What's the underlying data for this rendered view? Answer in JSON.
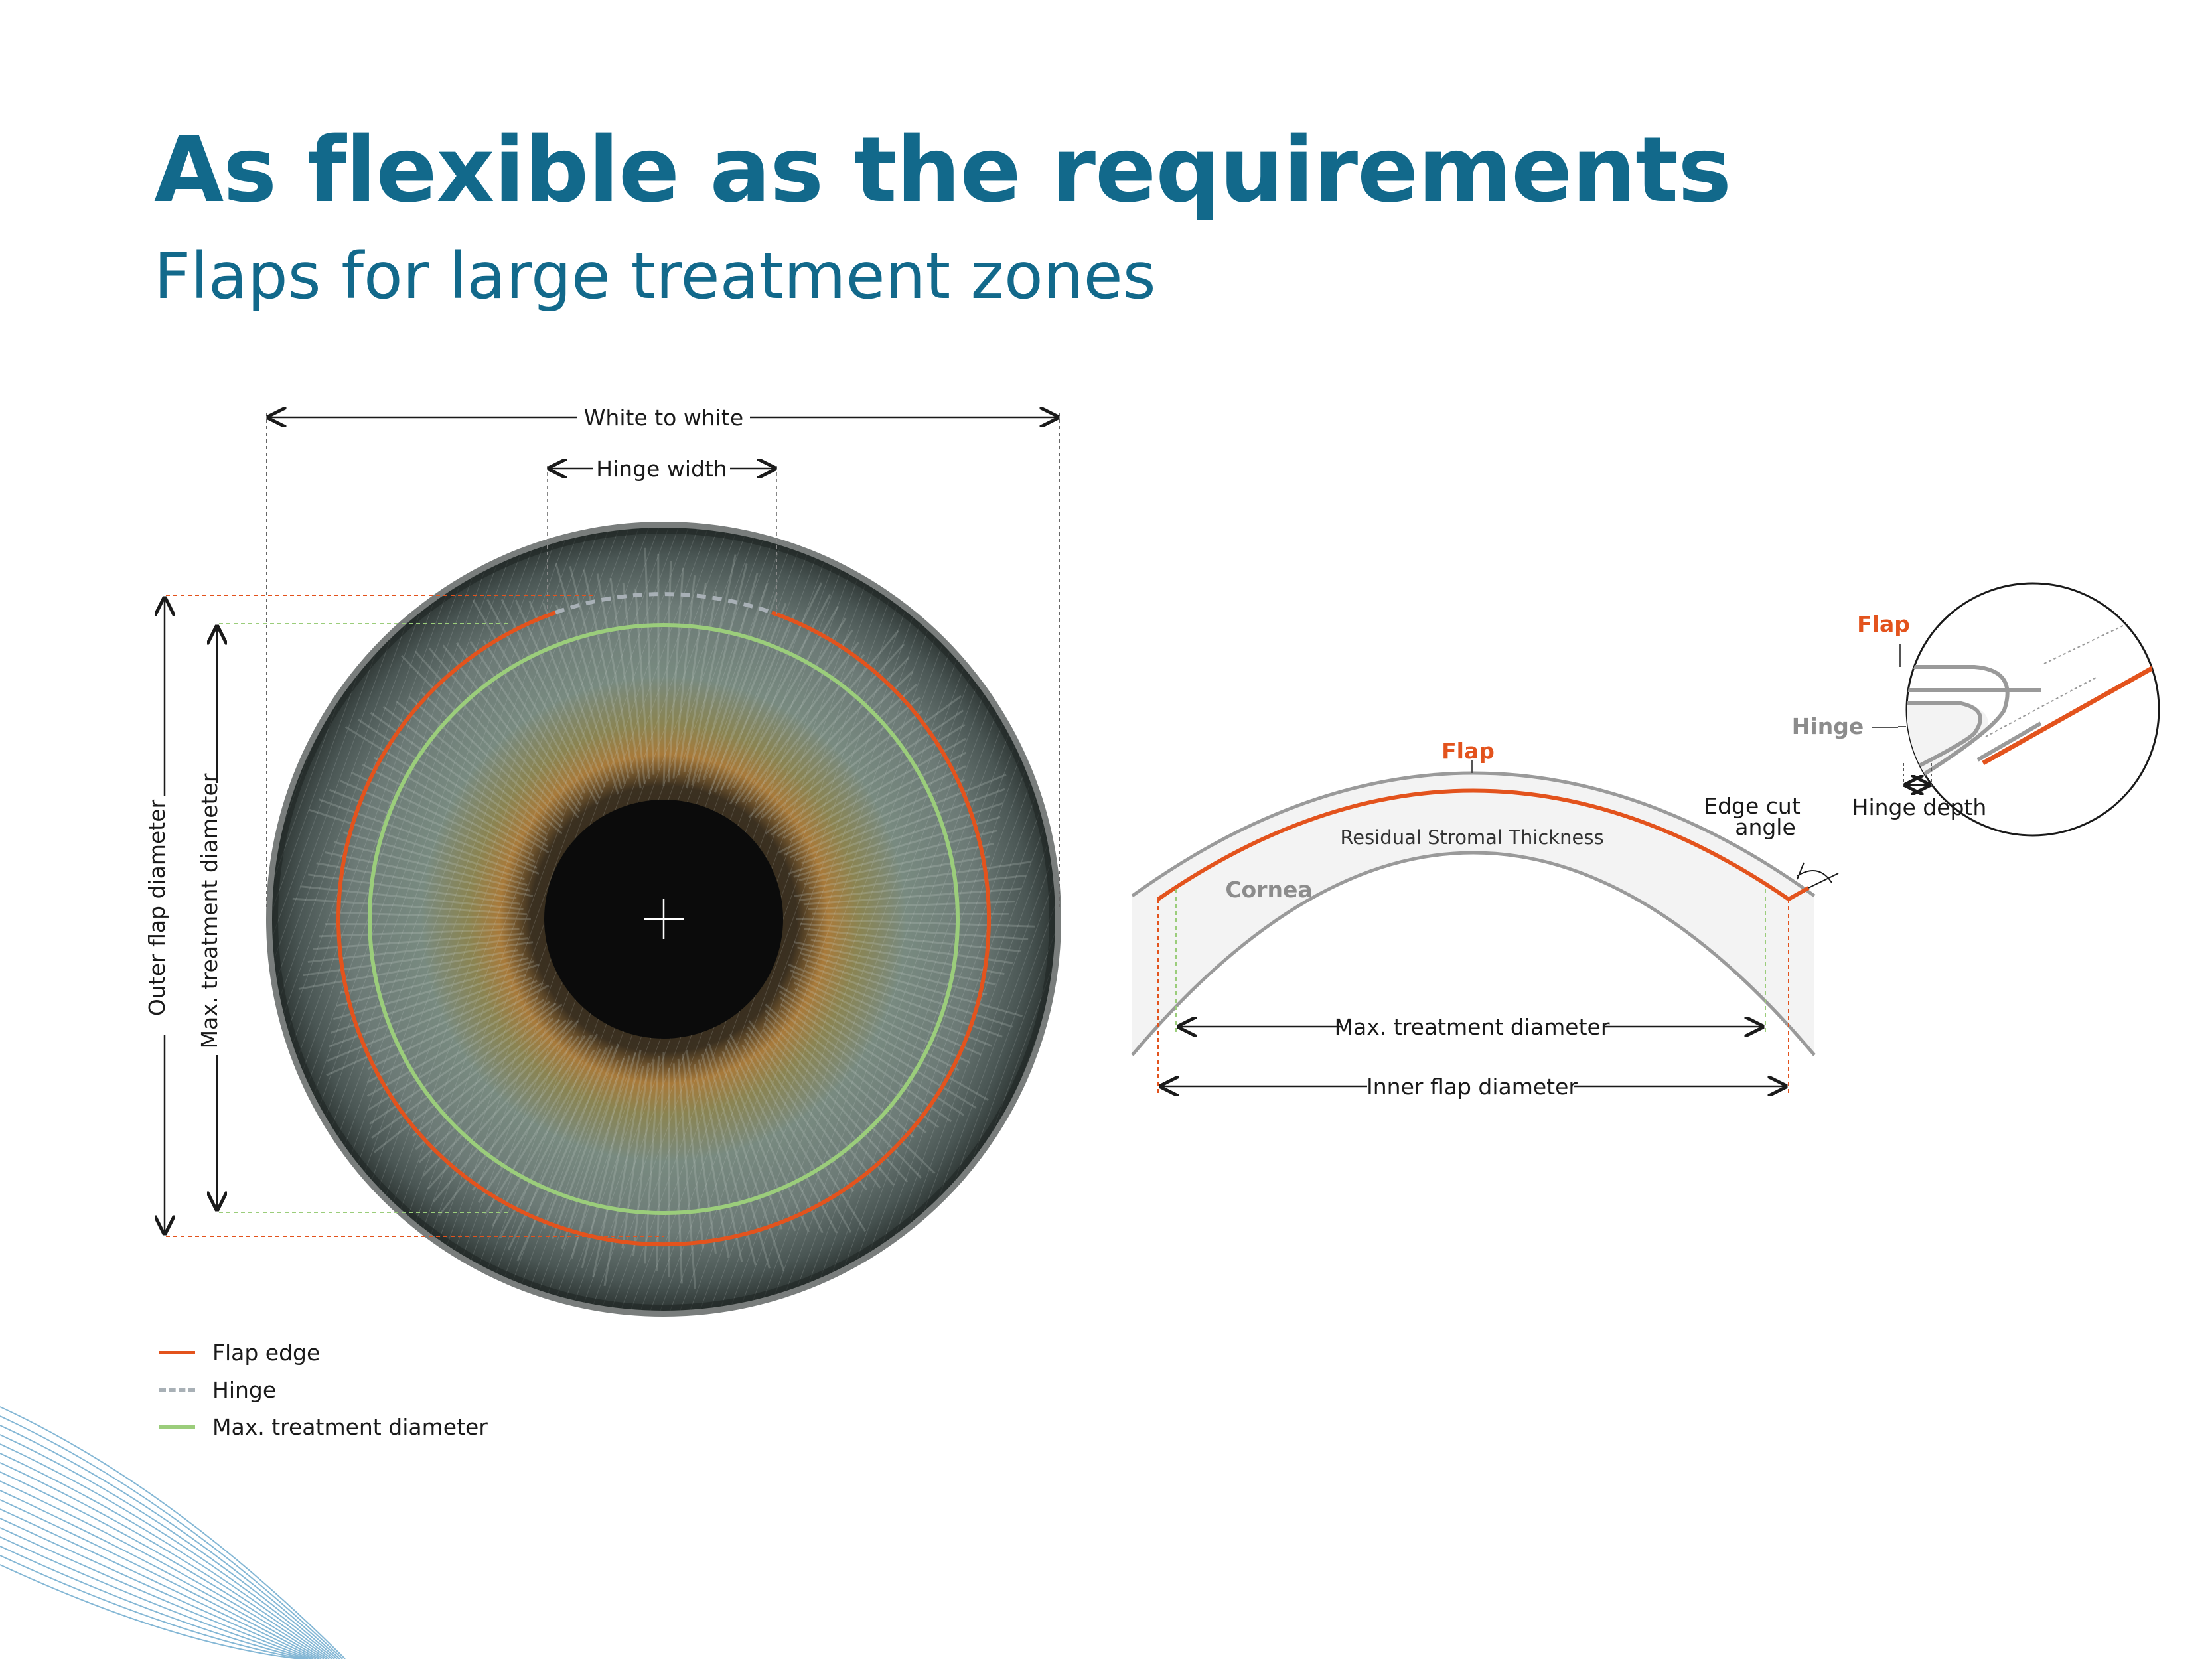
{
  "header": {
    "title": "As flexible as the requirements",
    "subtitle": "Flaps for large treatment zones"
  },
  "colors": {
    "title": "#12698b",
    "flap_edge": "#e3531d",
    "hinge": "#a8b0b6",
    "max_treatment": "#9bcd7b",
    "cornea_stroke": "#9a9a9a",
    "decor_lines": "#5b9fc7"
  },
  "eye_diagram": {
    "white_to_white": "White to white",
    "hinge_width": "Hinge width",
    "outer_flap_diameter": "Outer flap diameter",
    "max_treatment_diameter": "Max. treatment diameter"
  },
  "cross_section": {
    "flap": "Flap",
    "residual_stromal_thickness": "Residual Stromal Thickness",
    "cornea": "Cornea",
    "edge_cut_angle_line1": "Edge cut",
    "edge_cut_angle_line2": "angle",
    "max_treatment_diameter": "Max. treatment diameter",
    "inner_flap_diameter": "Inner flap diameter"
  },
  "detail": {
    "flap": "Flap",
    "hinge": "Hinge",
    "hinge_depth": "Hinge depth"
  },
  "legend": {
    "items": [
      {
        "label": "Flap edge",
        "style": "solid",
        "color": "#e3531d"
      },
      {
        "label": "Hinge",
        "style": "dashed",
        "color": "#a8b0b6"
      },
      {
        "label": "Max. treatment diameter",
        "style": "solid",
        "color": "#9bcd7b"
      }
    ]
  }
}
